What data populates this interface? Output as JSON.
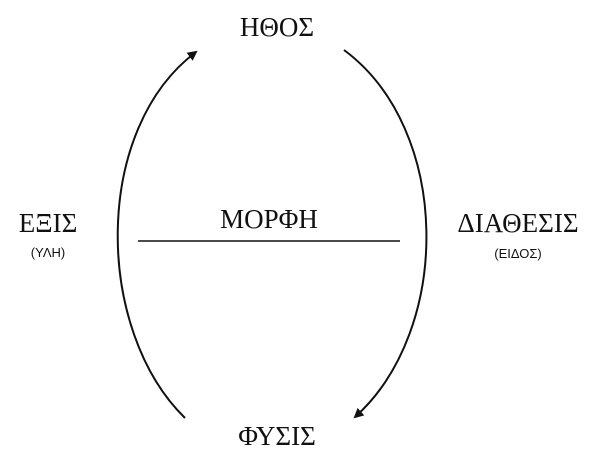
{
  "nodes": {
    "top": "ΗΘΟΣ",
    "bottom": "ΦΥΣΙΣ",
    "center": "ΜΟΡΦΗ",
    "left": "ΕΞΙΣ",
    "left_sub": "(ΥΛΗ)",
    "right": "ΔΙΑΘΕΣΙΣ",
    "right_sub": "(ΕΙΔΟΣ)"
  },
  "colors": {
    "ink": "#111111",
    "background": "#ffffff"
  }
}
